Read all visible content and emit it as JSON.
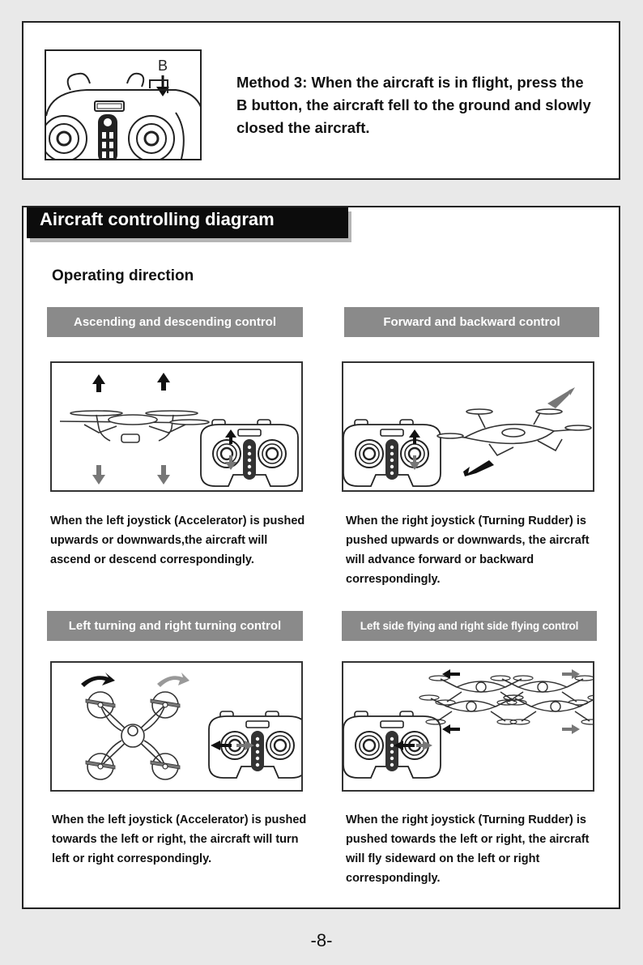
{
  "method3": {
    "label": "B",
    "text": "Method 3: When the aircraft is in flight, press the B button, the aircraft fell to the ground and slowly closed the aircraft."
  },
  "section": {
    "title": "Aircraft controlling diagram",
    "subtitle": "Operating direction"
  },
  "controls": [
    {
      "heading": "Ascending and descending control",
      "description": "When the left joystick (Accelerator) is pushed upwards or downwards,the aircraft will ascend or descend correspondingly."
    },
    {
      "heading": "Forward and backward control",
      "description": "When the right joystick (Turning Rudder) is pushed upwards or downwards, the aircraft will advance forward or backward correspondingly."
    },
    {
      "heading": "Left turning and right turning control",
      "description": "When the left joystick (Accelerator) is pushed towards the left or right, the aircraft will turn left or right correspondingly."
    },
    {
      "heading": "Left side flying and right side flying control",
      "description": "When the right joystick (Turning Rudder) is pushed towards the left or right, the aircraft will fly sideward on the left or right correspondingly."
    }
  ],
  "page_number": "-8-"
}
